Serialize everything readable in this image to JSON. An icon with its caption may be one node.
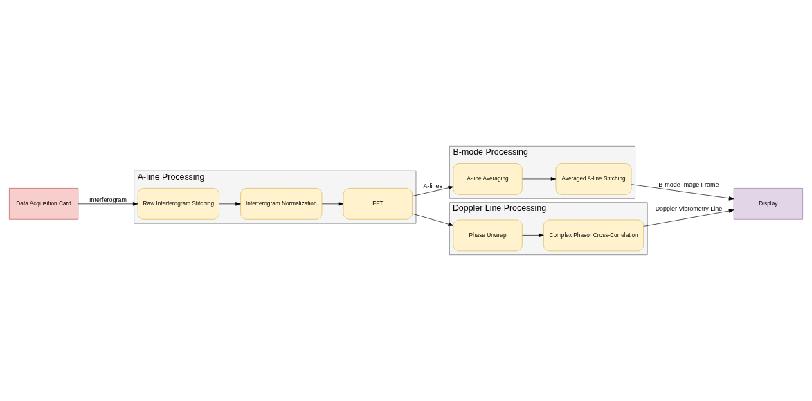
{
  "diagram": {
    "nodes": [
      {
        "text": [
          "A-line Processing"
        ]
      },
      {
        "text": [
          "Raw Interferogram Stitching"
        ],
        "in": 0
      },
      {
        "text": [
          "Interferogram Normalization"
        ],
        "in": 0
      },
      {
        "text": [
          "FFT"
        ],
        "in": 0
      },
      {
        "text": [
          "Data Acquisition Card"
        ]
      },
      {
        "text": [
          "B-mode Processing"
        ]
      },
      {
        "text": [
          "Averaged A-line Stitching"
        ],
        "in": 5
      },
      {
        "text": [
          "A-line Averaging"
        ],
        "in": 5
      },
      {
        "text": [
          "Display"
        ]
      },
      {
        "text": [
          "Doppler Line Processing"
        ]
      },
      {
        "text": [
          "Complex Phasor Cross-Correlation"
        ],
        "in": 9
      },
      {
        "text": [
          "Phase Unwrap"
        ],
        "in": 9
      }
    ],
    "edges": [
      {
        "from": 4,
        "to": 1,
        "arrow": "to",
        "label": "Interferogram"
      },
      {
        "from": 1,
        "to": 2,
        "arrow": "to"
      },
      {
        "from": 2,
        "to": 3,
        "arrow": "to"
      },
      {
        "from": 3,
        "to": 7,
        "arrow": "to",
        "label": "A-lines"
      },
      {
        "from": 3,
        "to": 11,
        "arrow": "to"
      },
      {
        "from": 7,
        "to": 6,
        "arrow": "to"
      },
      {
        "from": 11,
        "to": 10,
        "arrow": "to"
      },
      {
        "from": 6,
        "to": 8,
        "arrow": "to",
        "label": "B-mode Image Frame"
      },
      {
        "from": 10,
        "to": 8,
        "arrow": "to",
        "label": "Doppler Vibrometry Line"
      }
    ]
  }
}
